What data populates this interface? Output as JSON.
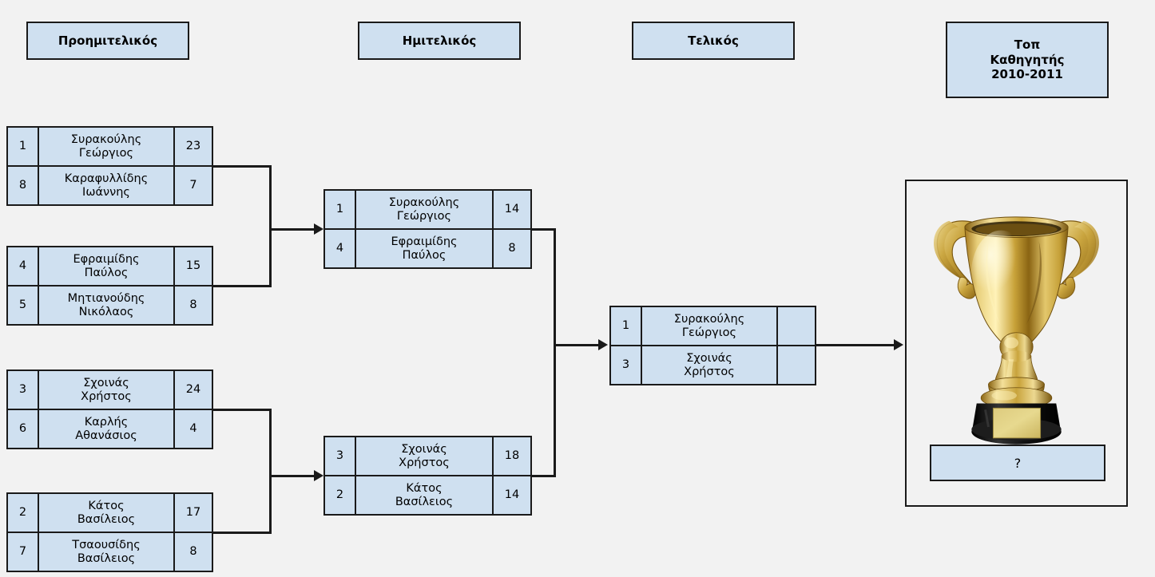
{
  "diagram": {
    "title": "Τοπ Καθηγητής 2010-2011 bracket",
    "colors": {
      "box_fill": "#cfe0f0",
      "box_border": "#1a1a1a",
      "background": "#f2f2f2",
      "trophy_gold": "#d4af37",
      "trophy_base": "#151515"
    }
  },
  "headers": {
    "quarterfinal": "Προημιτελικός",
    "semifinal": "Ημιτελικός",
    "final": "Τελικός",
    "champion": "Τοπ\nΚαθηγητής\n2010-2011"
  },
  "rounds": {
    "quarterfinals": [
      {
        "top": {
          "seed": "1",
          "name": "Συρακούλης\nΓεώργιος",
          "score": "23"
        },
        "bottom": {
          "seed": "8",
          "name": "Καραφυλλίδης\nΙωάννης",
          "score": "7"
        }
      },
      {
        "top": {
          "seed": "4",
          "name": "Εφραιμίδης\nΠαύλος",
          "score": "15"
        },
        "bottom": {
          "seed": "5",
          "name": "Μητιανούδης\nΝικόλαος",
          "score": "8"
        }
      },
      {
        "top": {
          "seed": "3",
          "name": "Σχοινάς\nΧρήστος",
          "score": "24"
        },
        "bottom": {
          "seed": "6",
          "name": "Καρλής\nΑθανάσιος",
          "score": "4"
        }
      },
      {
        "top": {
          "seed": "2",
          "name": "Κάτος\nΒασίλειος",
          "score": "17"
        },
        "bottom": {
          "seed": "7",
          "name": "Τσαουσίδης\nΒασίλειος",
          "score": "8"
        }
      }
    ],
    "semifinals": [
      {
        "top": {
          "seed": "1",
          "name": "Συρακούλης\nΓεώργιος",
          "score": "14"
        },
        "bottom": {
          "seed": "4",
          "name": "Εφραιμίδης\nΠαύλος",
          "score": "8"
        }
      },
      {
        "top": {
          "seed": "3",
          "name": "Σχοινάς\nΧρήστος",
          "score": "18"
        },
        "bottom": {
          "seed": "2",
          "name": "Κάτος\nΒασίλειος",
          "score": "14"
        }
      }
    ],
    "final": [
      {
        "top": {
          "seed": "1",
          "name": "Συρακούλης\nΓεώργιος",
          "score": ""
        },
        "bottom": {
          "seed": "3",
          "name": "Σχοινάς\nΧρήστος",
          "score": ""
        }
      }
    ]
  },
  "champion": {
    "winner_label": "?"
  }
}
